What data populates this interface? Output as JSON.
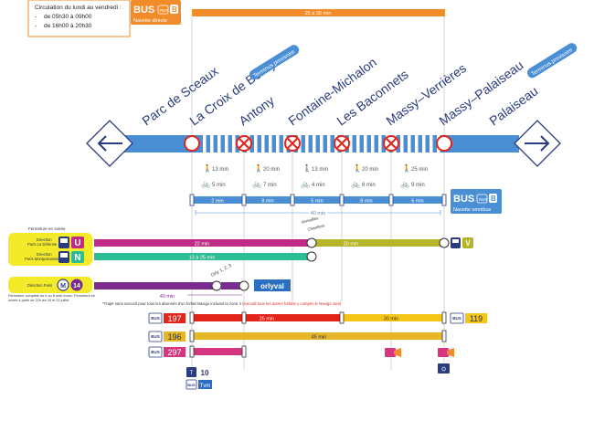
{
  "colors": {
    "rer_blue": "#4a8fd4",
    "orange": "#f28c2b",
    "pink": "#c02a86",
    "olive": "#b5b52a",
    "teal": "#2dbd93",
    "purple": "#7a2c8e",
    "red": "#e2241a",
    "yellow": "#f5c518",
    "mustard": "#e6b628",
    "magenta": "#d6357f",
    "note_yellow": "#f3ea2a",
    "navy": "#2a3b7e"
  },
  "schedule_box": {
    "title": "Circulation du lundi au vendredi :",
    "line1": "de 05h30 à 09h00",
    "line2": "de 16h00 à 20h30"
  },
  "bus_direct": {
    "label": "BUS",
    "badge": "B",
    "subtitle": "Navette directe",
    "duration": "25 à 30 min"
  },
  "bus_omnibus": {
    "label": "BUS",
    "badge": "B",
    "subtitle": "Navette omnibus"
  },
  "stations": [
    {
      "name": "Parc de Sceaux",
      "closed": false
    },
    {
      "name": "La Croix de Berny",
      "closed": false
    },
    {
      "name": "Antony",
      "closed": true
    },
    {
      "name": "Fontaine-Michalon",
      "closed": true
    },
    {
      "name": "Les Baconnets",
      "closed": true
    },
    {
      "name": "Massy–Verrières",
      "closed": true
    },
    {
      "name": "Massy–Palaiseau",
      "closed": false
    },
    {
      "name": "Palaiseau",
      "closed": false
    }
  ],
  "terminus": [
    "Terminus provisoire",
    "Terminus provisoire"
  ],
  "walk_times": [
    "13 min",
    "20 min",
    "13 min",
    "20 min",
    "25 min"
  ],
  "bike_times": [
    "5 min",
    "7 min",
    "4 min",
    "6 min",
    "9 min"
  ],
  "omnibus_segments": [
    "2 min",
    "8 min",
    "5 min",
    "8 min",
    "6 min"
  ],
  "omnibus_total": "40 min",
  "fermeture_title": "Fermeture en soirée",
  "train_u": {
    "badge": "U",
    "dir_title": "Direction",
    "dir_name": "Paris La Défense",
    "time1": "22 min",
    "time2": "20 min",
    "end_badge": "V"
  },
  "train_n": {
    "badge": "N",
    "dir_title": "Direction",
    "dir_name": "Paris Montparnasse",
    "time": "13 à 25 min"
  },
  "versailles": {
    "line1": "Versailles",
    "line2": "Chantiers"
  },
  "metro14": {
    "badge_m": "M",
    "badge_line": "14",
    "direction": "Direction Paris",
    "note": "Fermeture complète du 6 au 8 août inclus. Fermeture en soirée à partir de 22h les 16 et 22 juillet.",
    "orly_label": "Orly 1, 2, 3",
    "time": "40 min",
    "orlyval": "orlyval"
  },
  "footnote": {
    "main": "*Trajet sans surcoût pour tous les abonnés d'un forfait Navigo incluant la zone 4",
    "red": "(surcoût tous les autres forfaits y compris le Navigo Jour)"
  },
  "bus_lines": [
    {
      "bus": "BUS",
      "number": "197",
      "color": "#e2241a",
      "time": "25 min"
    },
    {
      "bus": "BUS",
      "number": "196",
      "color": "#e6b628",
      "time": "45 min"
    },
    {
      "bus": "BUS",
      "number": "297",
      "color": "#d6357f",
      "time": ""
    }
  ],
  "bus_119": {
    "bus": "BUS",
    "number": "119",
    "time": "30 min"
  },
  "tram": {
    "bus": "BUS",
    "tram_label": "T",
    "tram_number": "10",
    "tvm": "Tvm"
  }
}
